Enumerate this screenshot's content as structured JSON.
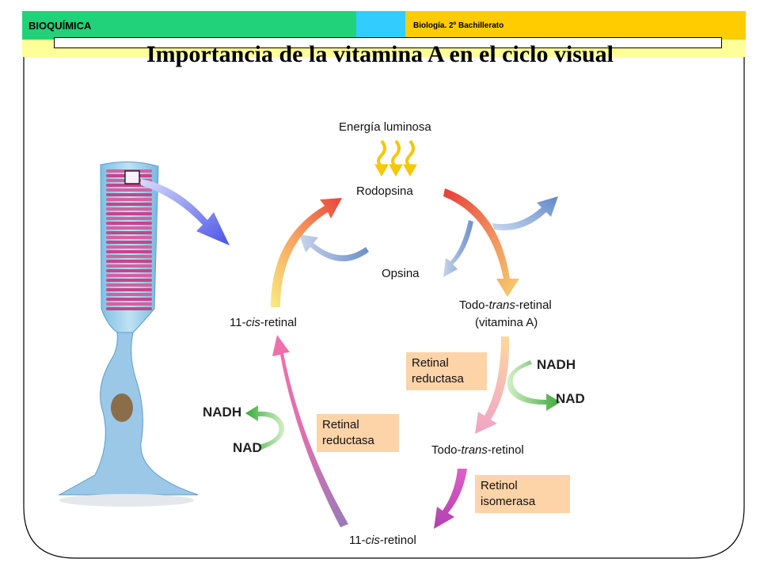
{
  "header": {
    "subject": "BIOQUÍMICA",
    "course": "Biología. 2º Bachillerato"
  },
  "title": "Importancia de la vitamina A en el ciclo visual",
  "colors": {
    "header_green": "#22d27a",
    "header_cyan": "#33ccff",
    "header_yellow": "#ffcc00",
    "box_fill": "#fdd3a8"
  },
  "labels": {
    "energy": "Energía luminosa",
    "rhodopsin": "Rodopsina",
    "opsin": "Opsina",
    "all_trans_retinal_a": "Todo-",
    "all_trans_retinal_b": "trans",
    "all_trans_retinal_c": "-retinal",
    "vitamin_a": "(vitamina A)",
    "cis_retinal_a": "11-",
    "cis_retinal_b": "cis",
    "cis_retinal_c": "-retinal",
    "all_trans_retinol_a": "Todo-",
    "all_trans_retinol_b": "trans",
    "all_trans_retinol_c": "-retinol",
    "cis_retinol_a": "11-",
    "cis_retinol_b": "cis",
    "cis_retinol_c": "-retinol"
  },
  "cofactors": {
    "nadh_right": "NADH",
    "nad_right": "NAD",
    "nadh_left": "NADH",
    "nad_left": "NAD"
  },
  "enzymes": {
    "retinal_reductase_right_1": "Retinal",
    "retinal_reductase_right_2": "reductasa",
    "retinal_reductase_left_1": "Retinal",
    "retinal_reductase_left_2": "reductasa",
    "retinol_isomerase_1": "Retinol",
    "retinol_isomerase_2": "isomerasa"
  }
}
